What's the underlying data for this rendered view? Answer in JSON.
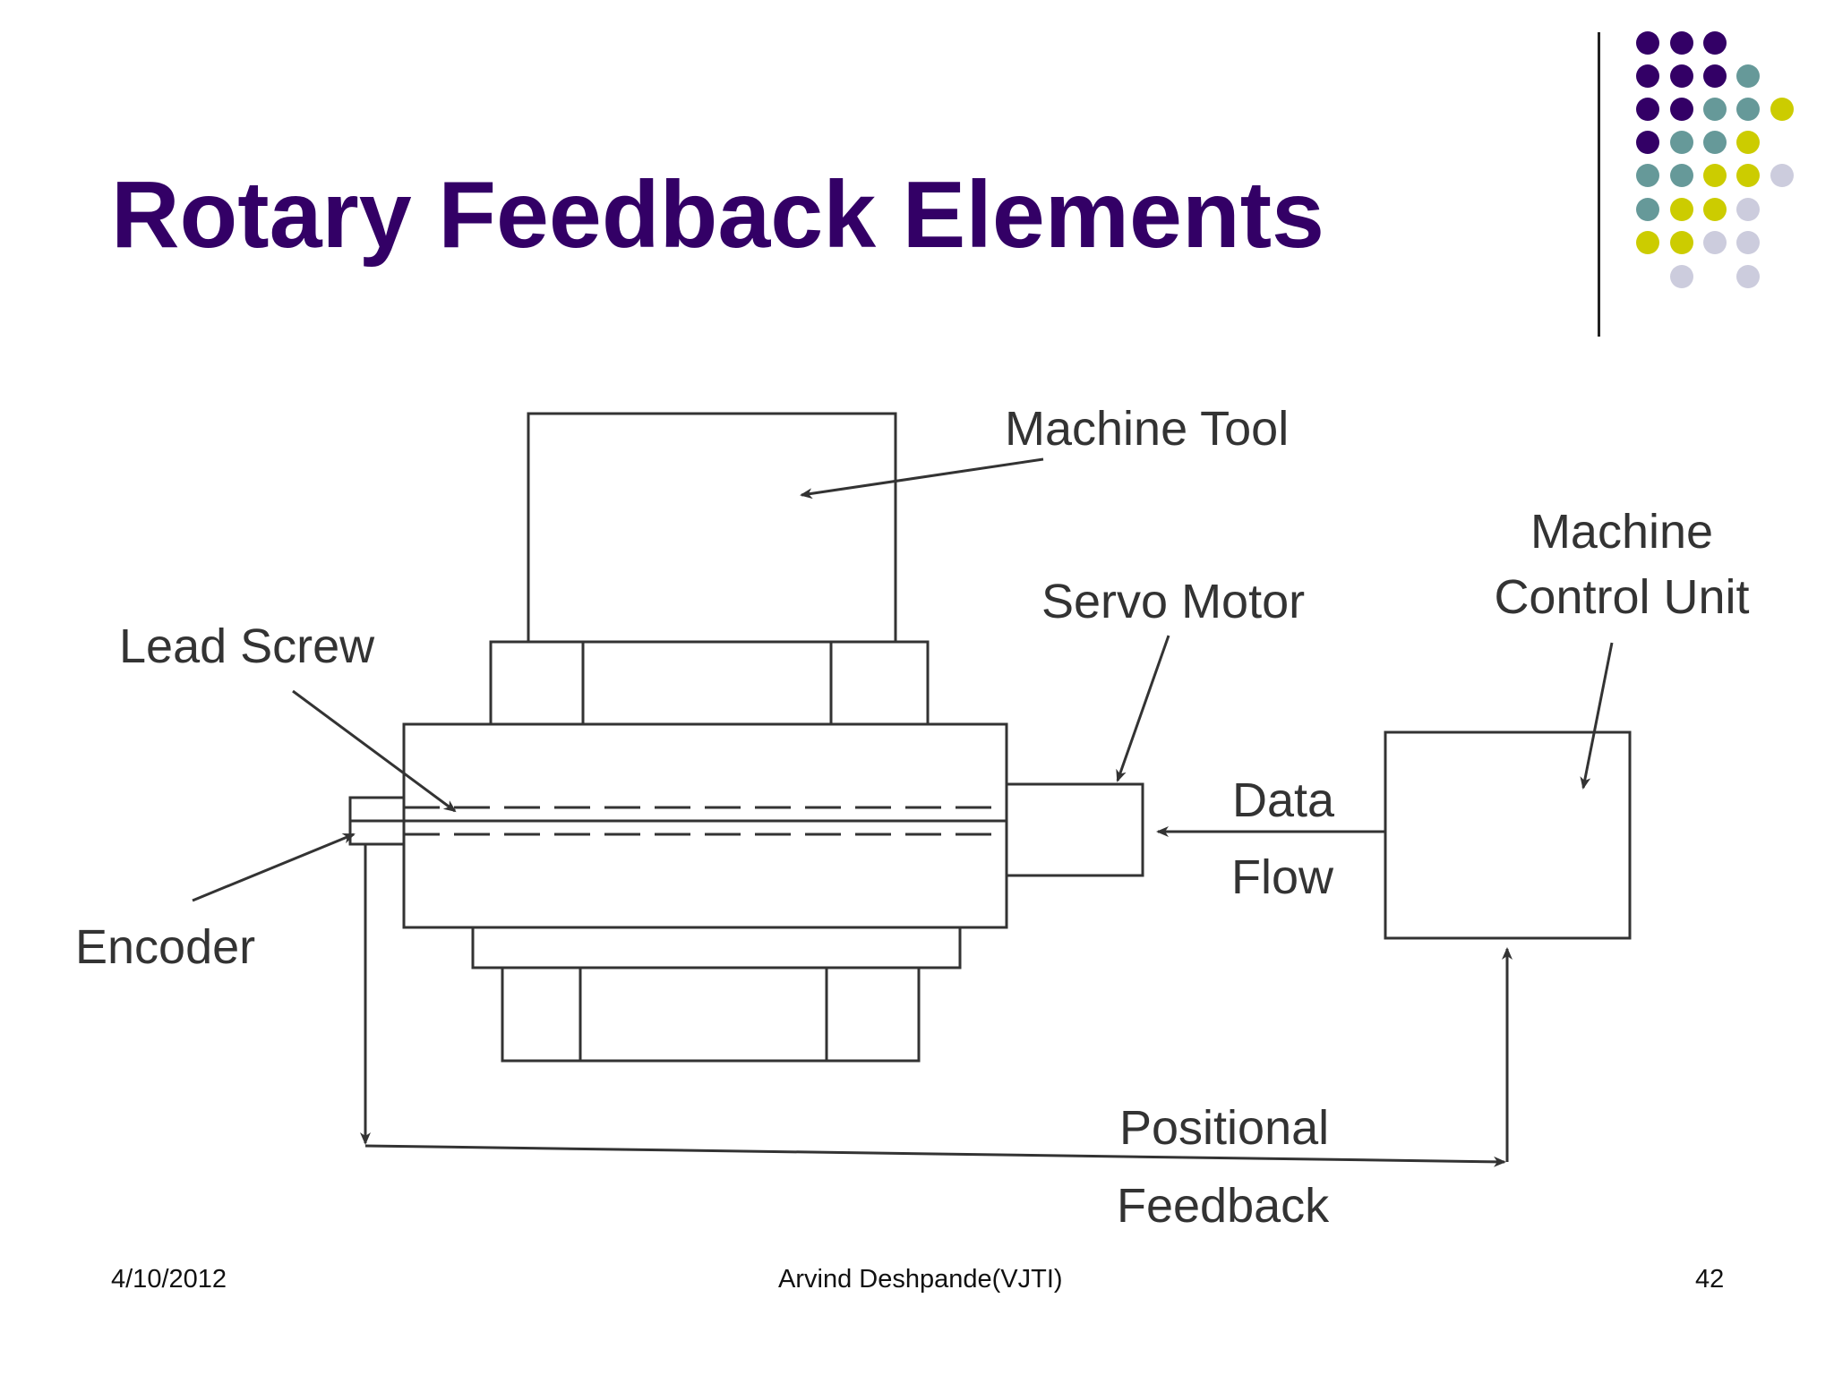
{
  "slide": {
    "title": "Rotary Feedback Elements",
    "accent_color": "#330066",
    "decoration_colors": [
      "#330066",
      "#669999",
      "#cccc00",
      "#ccccdd"
    ]
  },
  "diagram": {
    "labels": {
      "machine_tool": "Machine Tool",
      "machine": "Machine",
      "control_unit": "Control Unit",
      "servo_motor": "Servo Motor",
      "lead_screw": "Lead Screw",
      "encoder": "Encoder",
      "data": "Data",
      "flow": "Flow",
      "positional": "Positional",
      "feedback": "Feedback"
    }
  },
  "footer": {
    "date": "4/10/2012",
    "author": "Arvind Deshpande(VJTI)",
    "page": "42"
  }
}
